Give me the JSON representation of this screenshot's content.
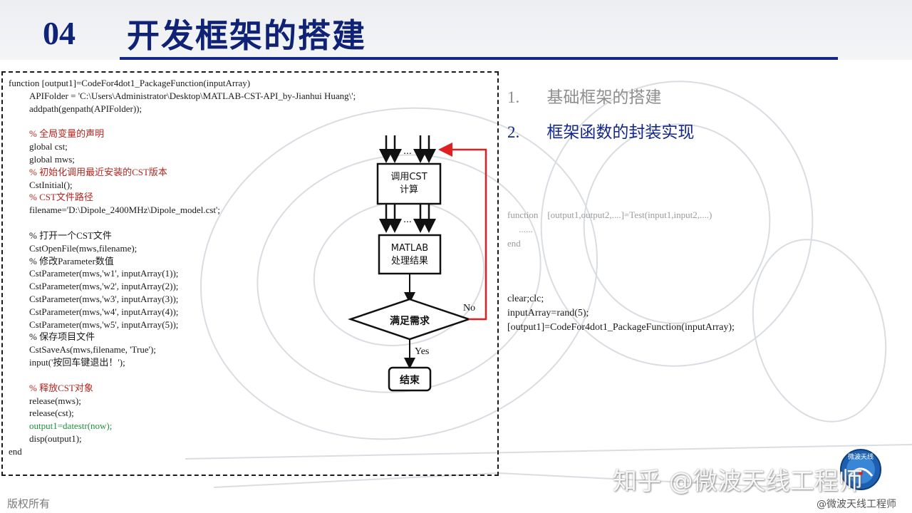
{
  "header": {
    "number": "04",
    "title": "开发框架的搭建"
  },
  "code": {
    "lines": [
      {
        "text": "function [output1]=CodeFor4dot1_PackageFunction(inputArray)",
        "style": "normal",
        "indent": 0
      },
      {
        "text": "APIFolder = 'C:\\Users\\Administrator\\Desktop\\MATLAB-CST-API_by-Jianhui Huang\\';",
        "style": "normal",
        "indent": 1
      },
      {
        "text": "addpath(genpath(APIFolder));",
        "style": "normal",
        "indent": 1
      },
      {
        "text": "% 全局变量的声明",
        "style": "comment",
        "indent": 1,
        "gap": true
      },
      {
        "text": "global cst;",
        "style": "normal",
        "indent": 1
      },
      {
        "text": "global mws;",
        "style": "normal",
        "indent": 1
      },
      {
        "text": "% 初始化调用最近安装的CST版本",
        "style": "comment",
        "indent": 1
      },
      {
        "text": "CstInitial();",
        "style": "normal",
        "indent": 1
      },
      {
        "text": "% CST文件路径",
        "style": "comment",
        "indent": 1
      },
      {
        "text": "filename='D:\\Dipole_2400MHz\\Dipole_model.cst';",
        "style": "normal",
        "indent": 1
      },
      {
        "text": "% 打开一个CST文件",
        "style": "normal",
        "indent": 1,
        "gap": true
      },
      {
        "text": "CstOpenFile(mws,filename);",
        "style": "normal",
        "indent": 1
      },
      {
        "text": "% 修改Parameter数值",
        "style": "normal",
        "indent": 1
      },
      {
        "text": "CstParameter(mws,'w1', inputArray(1));",
        "style": "normal",
        "indent": 1
      },
      {
        "text": "CstParameter(mws,'w2', inputArray(2));",
        "style": "normal",
        "indent": 1
      },
      {
        "text": "CstParameter(mws,'w3', inputArray(3));",
        "style": "normal",
        "indent": 1
      },
      {
        "text": "CstParameter(mws,'w4', inputArray(4));",
        "style": "normal",
        "indent": 1
      },
      {
        "text": "CstParameter(mws,'w5', inputArray(5));",
        "style": "normal",
        "indent": 1
      },
      {
        "text": "% 保存项目文件",
        "style": "normal",
        "indent": 1
      },
      {
        "text": "CstSaveAs(mws,filename, 'True');",
        "style": "normal",
        "indent": 1
      },
      {
        "text": "input('按回车键退出！');",
        "style": "normal",
        "indent": 1
      },
      {
        "text": "% 释放CST对象",
        "style": "comment",
        "indent": 1,
        "gap": true
      },
      {
        "text": "release(mws);",
        "style": "normal",
        "indent": 1
      },
      {
        "text": "release(cst);",
        "style": "normal",
        "indent": 1
      },
      {
        "text": "output1=datestr(now);",
        "style": "green",
        "indent": 1
      },
      {
        "text": "disp(output1);",
        "style": "normal",
        "indent": 1
      },
      {
        "text": "end",
        "style": "normal",
        "indent": 0
      }
    ]
  },
  "flowchart": {
    "box1": "调用CST\n计算",
    "box2": "MATLAB\n处理结果",
    "decision": "满足需求",
    "end": "结束",
    "no_label": "No",
    "yes_label": "Yes",
    "ellipsis": "...",
    "loop_color": "#e02020"
  },
  "outline": [
    {
      "num": "1.",
      "label": "基础框架的搭建",
      "active": false
    },
    {
      "num": "2.",
      "label": "框架函数的封装实现",
      "active": true
    }
  ],
  "signature": [
    "function    [output1,output2,....]=Test(input1,input2,....)",
    "     ......",
    "end"
  ],
  "call_example": [
    "clear;clc;",
    "inputArray=rand(5);",
    "[output1]=CodeFor4dot1_PackageFunction(inputArray);"
  ],
  "footer": {
    "copyright": "版权所有",
    "watermark": "知乎 @微波天线工程师",
    "handle": "@微波天线工程师",
    "logo_text": "微波天线"
  },
  "colors": {
    "title_blue": "#102276",
    "comment_red": "#b3261e",
    "green": "#1f8f3f"
  }
}
